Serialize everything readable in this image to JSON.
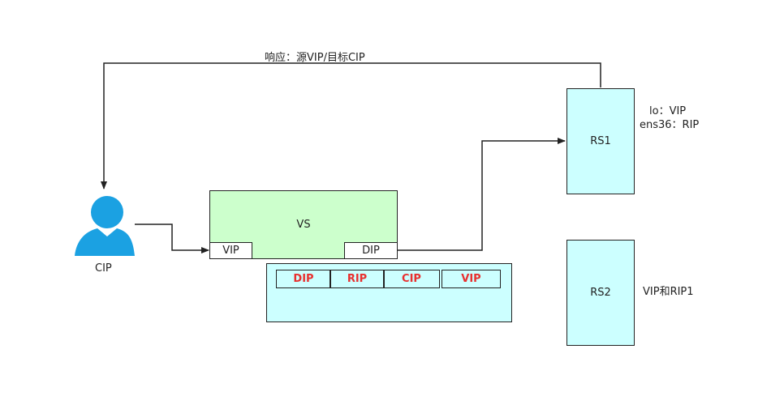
{
  "colors": {
    "vs_fill": "#ccffcc",
    "rs_fill": "#ccffff",
    "packet_fill": "#ccffff",
    "packet_text": "#e8302f",
    "client_icon": "#1ba1e2",
    "line": "#222222"
  },
  "client": {
    "icon": "user-icon",
    "label": "CIP"
  },
  "vs": {
    "label": "VS",
    "port_left": "VIP",
    "port_right": "DIP"
  },
  "packet": {
    "fields": [
      "DIP",
      "RIP",
      "CIP",
      "VIP"
    ]
  },
  "rs1": {
    "label": "RS1",
    "note_line1": "lo：VIP",
    "note_line2": "ens36：RIP"
  },
  "rs2": {
    "label": "RS2",
    "note": "VIP和RIP1"
  },
  "response_label": "响应：源VIP/目标CIP"
}
